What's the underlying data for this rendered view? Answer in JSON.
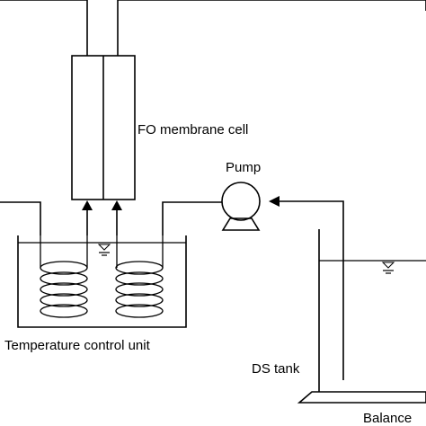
{
  "labels": {
    "membrane_cell": "FO membrane cell",
    "pump": "Pump",
    "temperature_unit": "Temperature control unit",
    "ds_tank": "DS tank",
    "balance": "Balance"
  }
}
